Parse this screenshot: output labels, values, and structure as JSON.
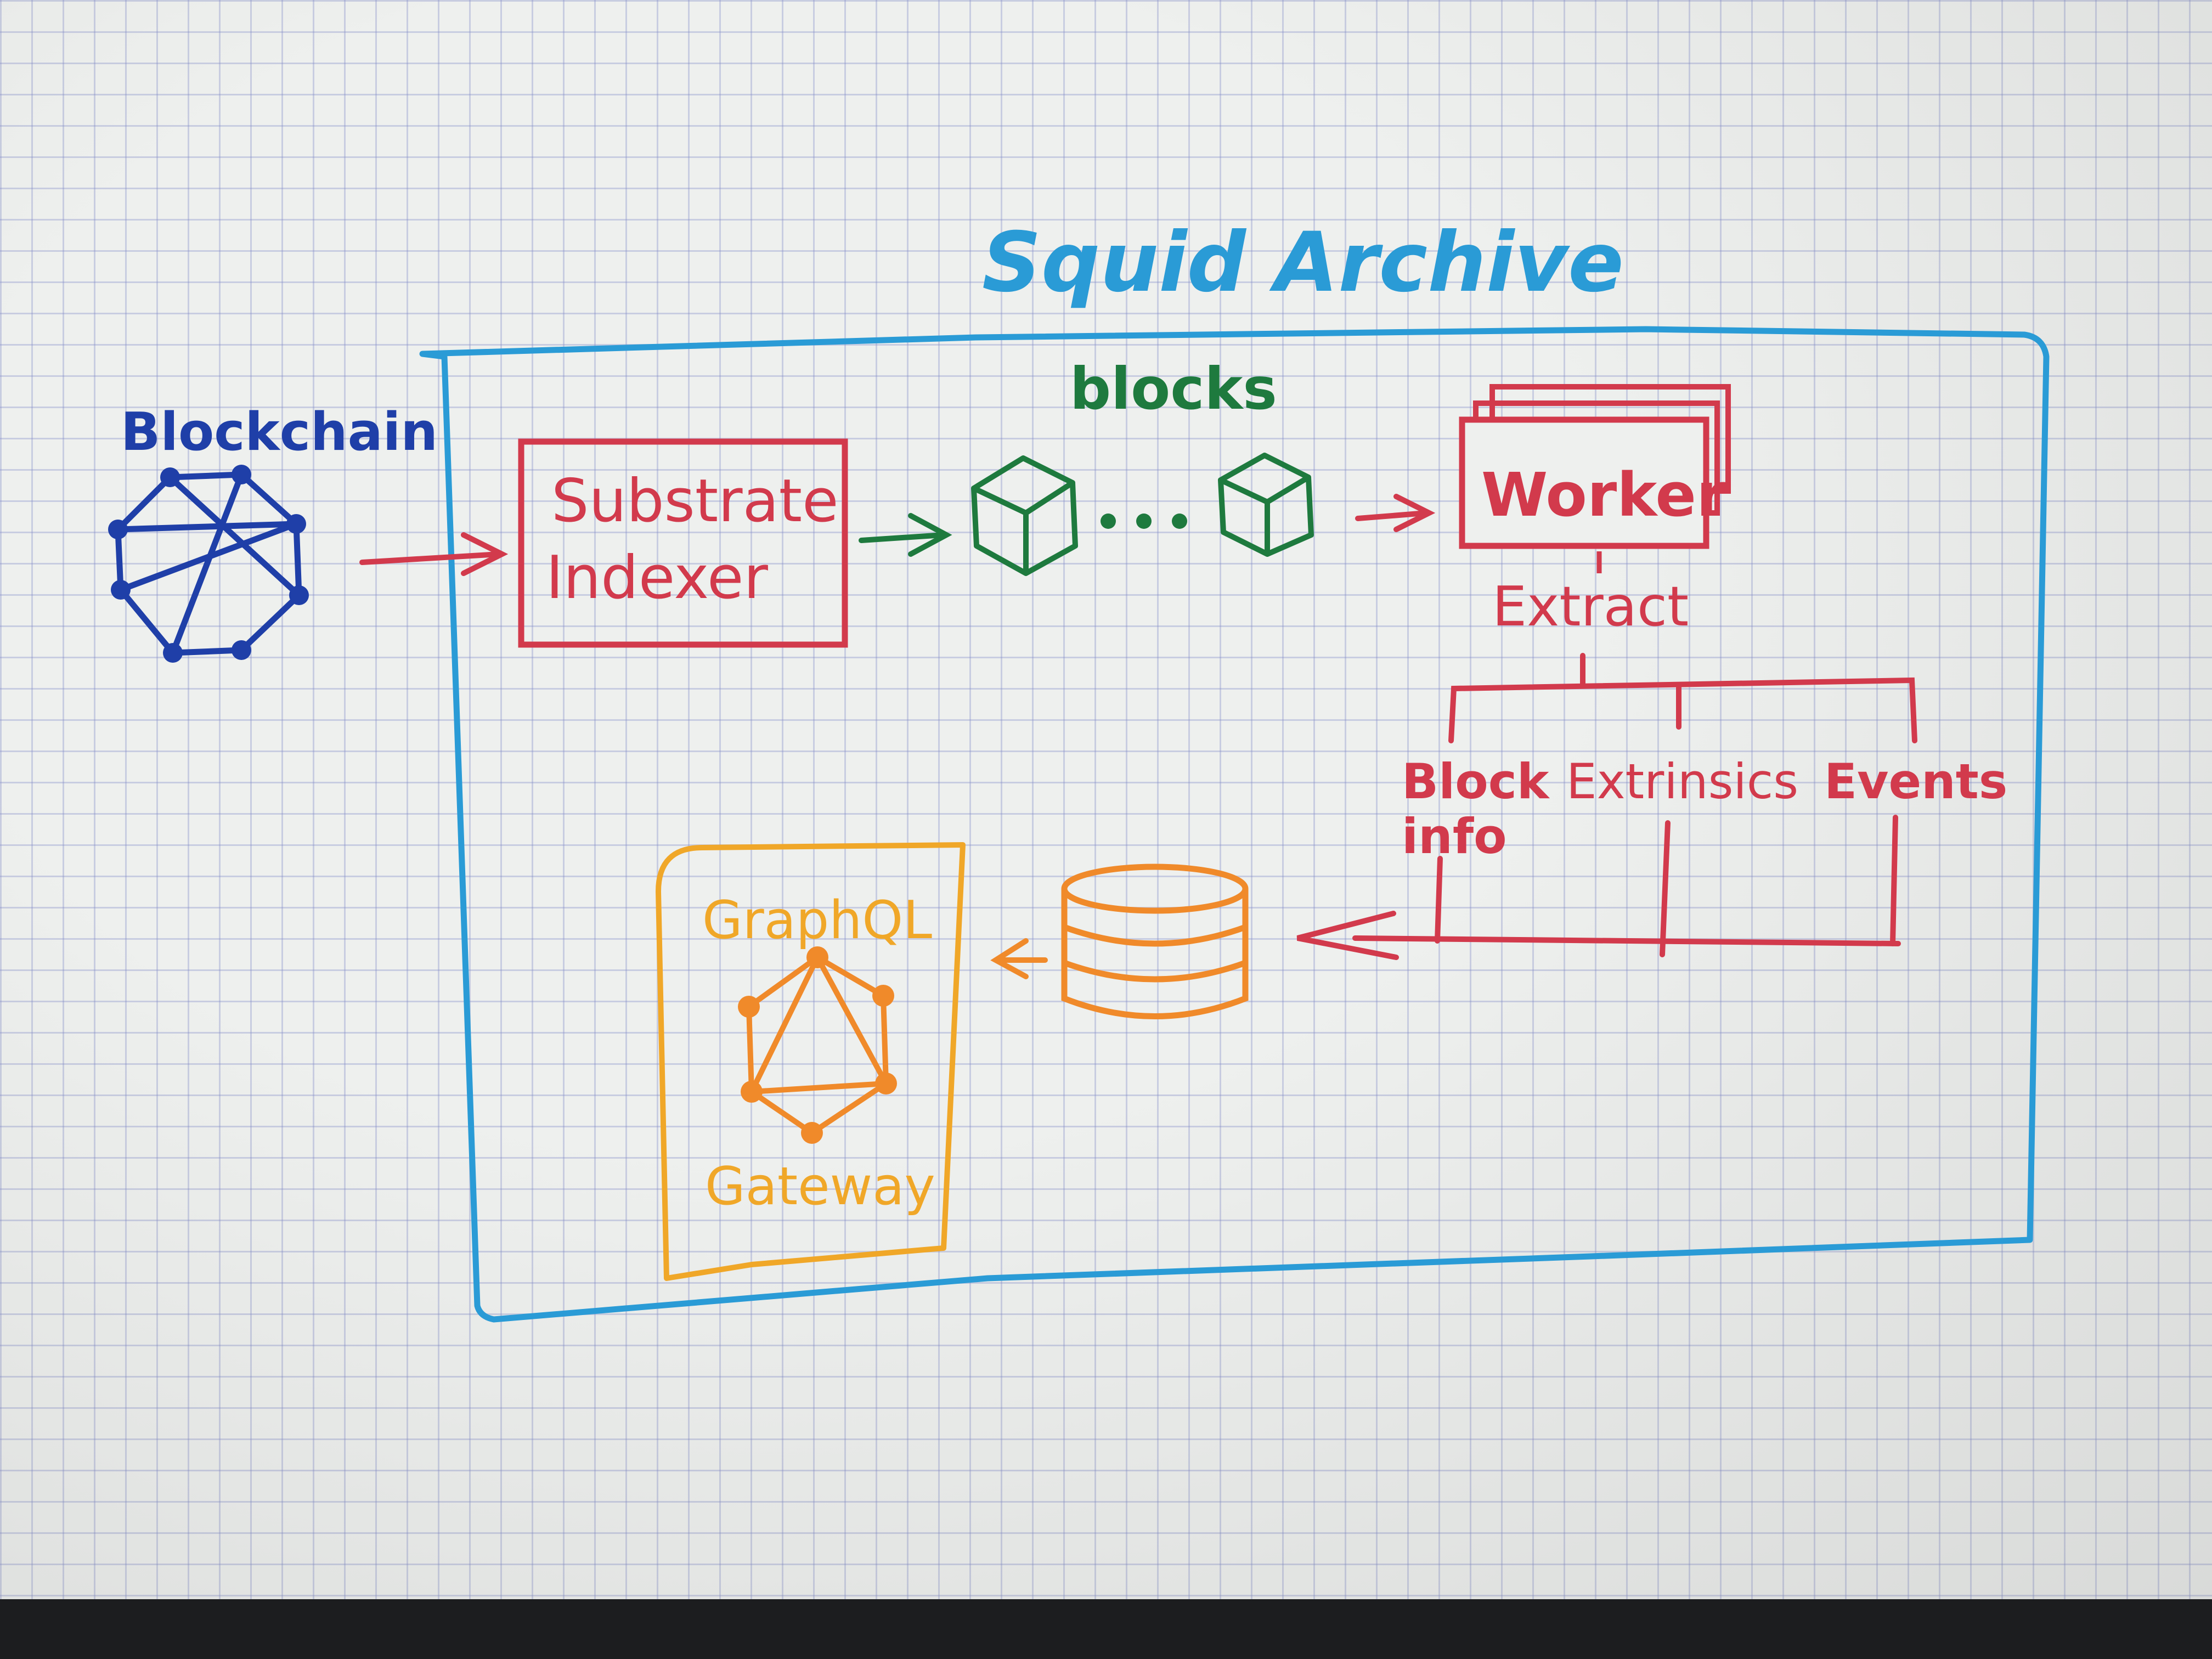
{
  "title": "Squid Archive",
  "blockchain_label": "Blockchain",
  "indexer_label_line1": "Substrate",
  "indexer_label_line2": "Indexer",
  "blocks_label": "blocks",
  "worker_label": "Worker",
  "extract_label": "Extract",
  "block_info_line1": "Block",
  "block_info_line2": "info",
  "extrinsics_label": "Extrinsics",
  "events_label": "Events",
  "graphql_label": "GraphQL",
  "gateway_label": "Gateway",
  "colors": {
    "blue_frame": "#2a9bd6",
    "blockchain": "#1f3fa8",
    "red": "#d23a4c",
    "green": "#1e7a3e",
    "orange": "#f08a2a",
    "yellow": "#f0a728"
  }
}
